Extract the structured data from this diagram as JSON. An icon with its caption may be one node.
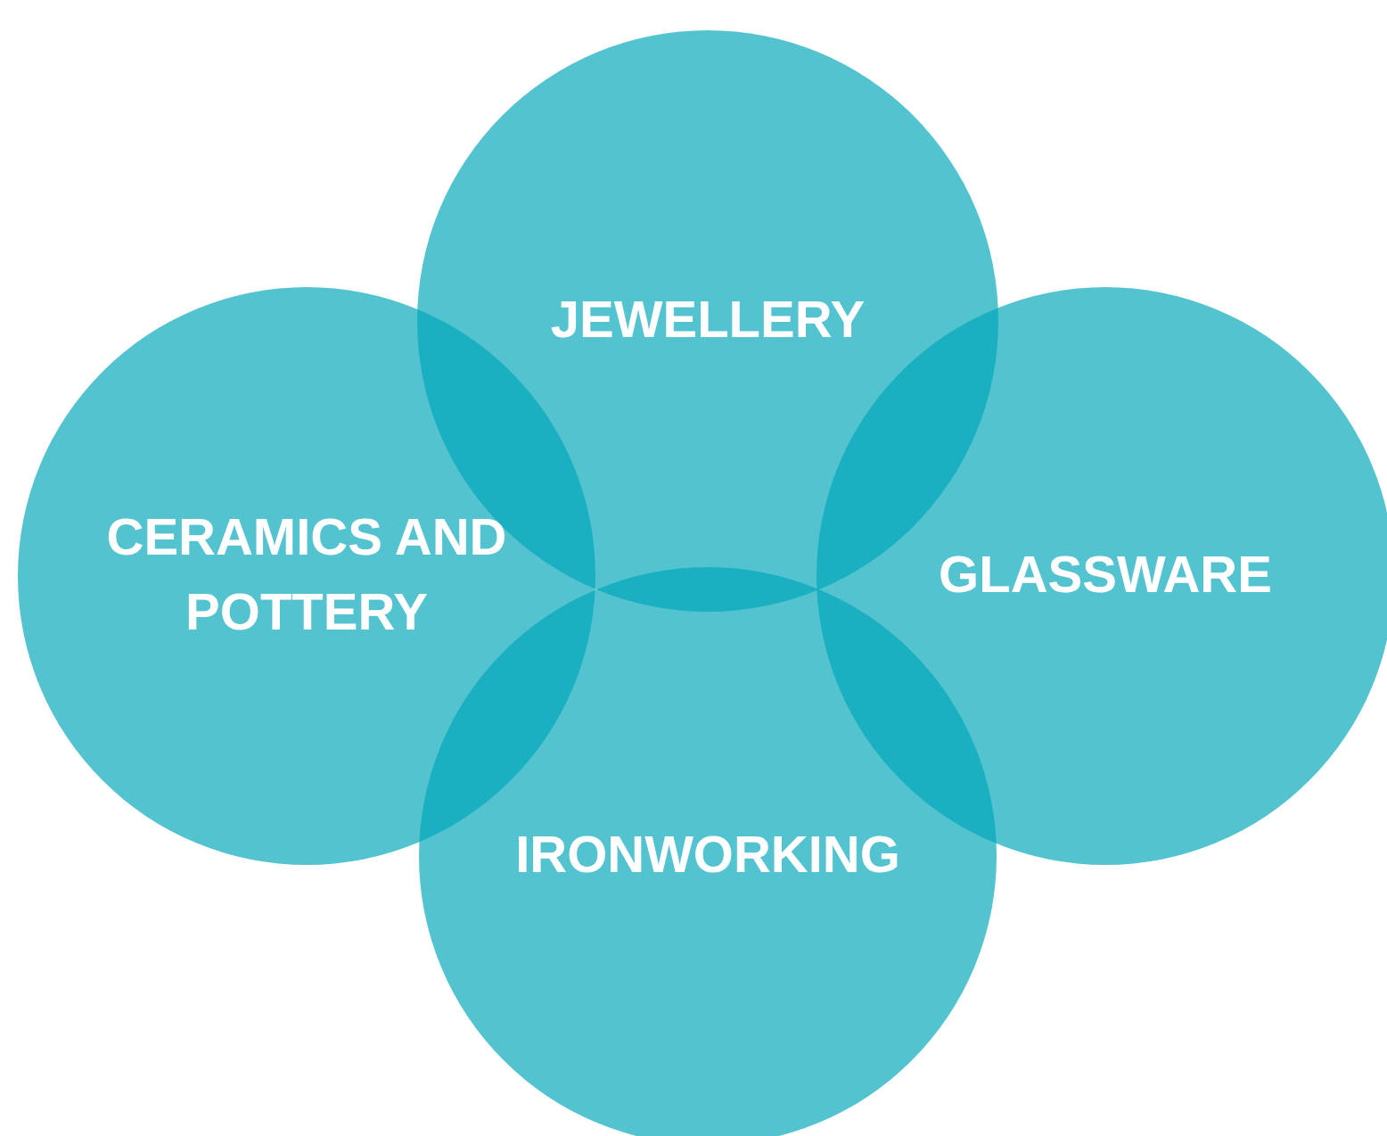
{
  "diagram": {
    "nodes": [
      {
        "text": [
          "JEWELLERY"
        ]
      },
      {
        "text": [
          "CERAMICS AND POTTERY"
        ]
      },
      {
        "text": [
          "GLASSWARE"
        ]
      },
      {
        "text": [
          "IRONWORKING"
        ]
      }
    ]
  }
}
